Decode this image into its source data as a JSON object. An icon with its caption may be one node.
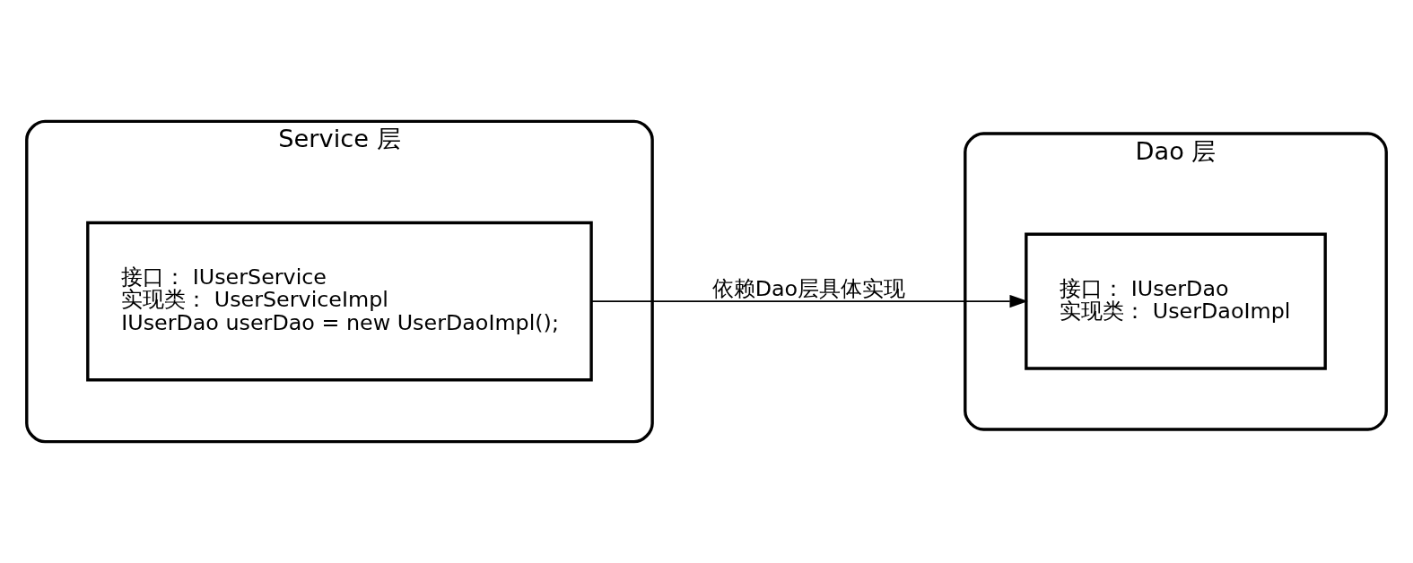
{
  "diagram": {
    "nodes": [
      {
        "text": [
          "Service 层"
        ]
      },
      {
        "text": [
          "接口： IUserService",
          "实现类： UserServiceImpl",
          "IUserDao userDao = new UserDaoImpl();"
        ],
        "in": 0
      },
      {
        "text": [
          "Dao 层"
        ]
      },
      {
        "text": [
          "接口： IUserDao",
          "实现类： UserDaoImpl"
        ],
        "in": 2
      }
    ],
    "edges": [
      {
        "from": 1,
        "to": 3,
        "arrow": "to",
        "label": "依赖Dao层具体实现"
      }
    ]
  }
}
